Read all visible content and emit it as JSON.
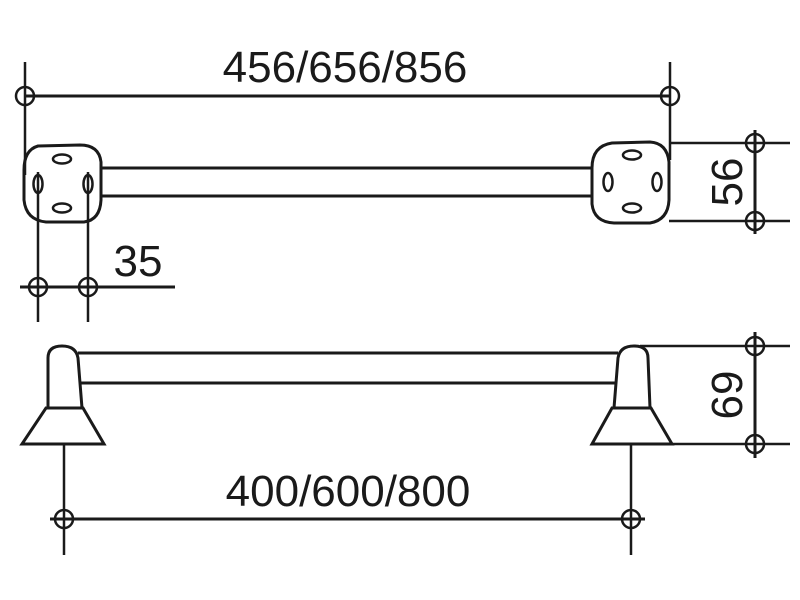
{
  "drawing": {
    "top_view": {
      "overall_length_label": "456/656/856",
      "depth_label": "56",
      "mount_spacing_label": "35"
    },
    "side_view": {
      "projection_label": "69",
      "center_distance_label": "400/600/800"
    }
  }
}
